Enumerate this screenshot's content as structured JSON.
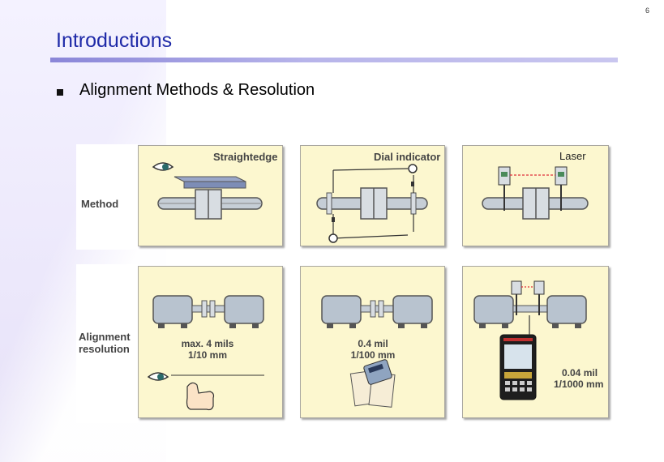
{
  "slide": {
    "page_number": "6",
    "title": "Introductions",
    "bullet": "Alignment Methods & Resolution"
  },
  "rows": {
    "method_label": "Method",
    "resolution_label_1": "Alignment",
    "resolution_label_2": "resolution"
  },
  "methods": [
    {
      "title": "Straightedge",
      "res_1": "max. 4 mils",
      "res_2": "1/10 mm"
    },
    {
      "title": "Dial indicator",
      "res_1": "0.4 mil",
      "res_2": "1/100 mm"
    },
    {
      "title": "Laser",
      "res_1": "0.04 mil",
      "res_2": "1/1000 mm"
    }
  ],
  "colors": {
    "title": "#1f2aa8",
    "card_bg": "#fcf7cf",
    "machine": "#b8c3cf",
    "beam": "#e0303a"
  },
  "icons": [
    "bullet-square-icon",
    "eye-icon",
    "thumb-icon",
    "hand-gauge-icon",
    "laser-receiver-icon",
    "display-unit-icon"
  ]
}
